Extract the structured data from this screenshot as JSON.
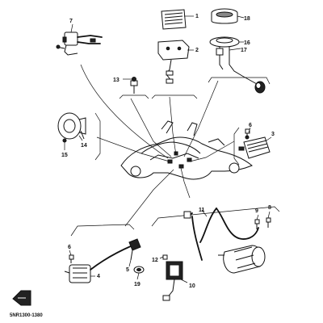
{
  "diagram": {
    "callouts": {
      "c1": "1",
      "c2": "2",
      "c3": "3",
      "c4": "4",
      "c5": "5",
      "c6a": "6",
      "c6b": "6",
      "c7": "7",
      "c8": "8",
      "c9": "9",
      "c10": "10",
      "c11": "11",
      "c12": "12",
      "c13": "13",
      "c14": "14",
      "c15": "15",
      "c16": "16",
      "c17": "17",
      "c18": "18",
      "c19": "19"
    },
    "drawing_code": "5NR1300-1380"
  }
}
